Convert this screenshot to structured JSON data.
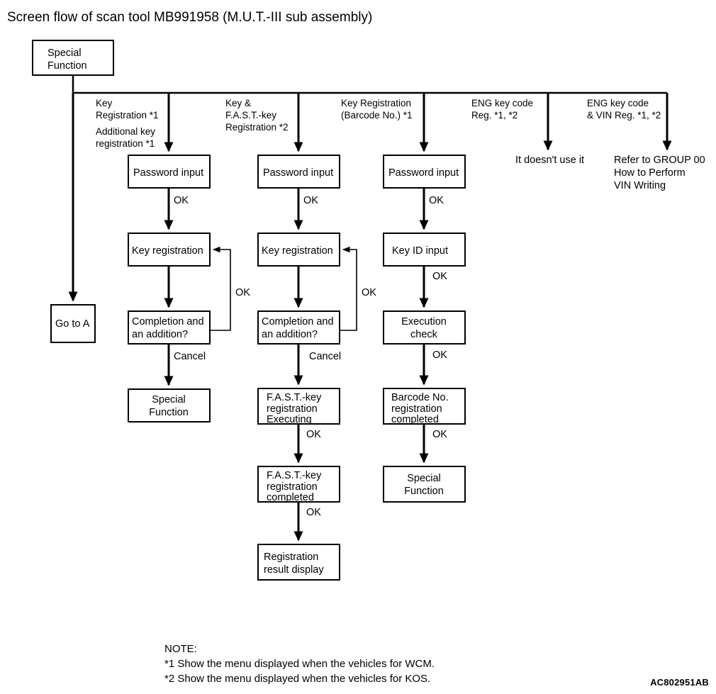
{
  "title": "Screen flow of scan tool MB991958 (M.U.T.-III sub assembly)",
  "figure_id": "AC802951AB",
  "root_node": {
    "label_line1": "Special",
    "label_line2": "Function"
  },
  "go_to_node": {
    "label": "Go to A"
  },
  "branches": [
    {
      "id": "key-registration",
      "label_lines": [
        "Key",
        "Registration *1",
        "",
        "Additional key",
        "registration *1"
      ],
      "label_plain": "Key Registration *1 / Additional key registration *1"
    },
    {
      "id": "key-and-fast-key-registration",
      "label_lines": [
        "Key &",
        "F.A.S.T.-key",
        "Registration *2"
      ],
      "label_plain": "Key & F.A.S.T.-key Registration *2"
    },
    {
      "id": "key-registration-barcode",
      "label_lines": [
        "Key Registration",
        "(Barcode No.) *1"
      ],
      "label_plain": "Key Registration (Barcode No.) *1"
    },
    {
      "id": "eng-key-code-reg",
      "label_lines": [
        "ENG key code",
        "Reg. *1, *2"
      ],
      "label_plain": "ENG key code Reg. *1, *2"
    },
    {
      "id": "eng-key-code-and-vin-reg",
      "label_lines": [
        "ENG key code",
        "& VIN Reg. *1, *2"
      ],
      "label_plain": "ENG key code & VIN Reg. *1, *2"
    }
  ],
  "columns": [
    {
      "id": "column-key-registration",
      "nodes": [
        {
          "id": "password-input-1",
          "lines": [
            "Password input"
          ],
          "align": "center"
        },
        {
          "id": "key-registration-1",
          "lines": [
            "Key registration"
          ],
          "align": "left"
        },
        {
          "id": "completion-addition-1",
          "lines": [
            "Completion and",
            "an addition?"
          ],
          "align": "left"
        },
        {
          "id": "special-function-1",
          "lines": [
            "Special",
            "Function"
          ],
          "align": "center"
        }
      ],
      "edge_labels": [
        "OK",
        "",
        "Cancel"
      ],
      "loop_label": "OK"
    },
    {
      "id": "column-fast-key-registration",
      "nodes": [
        {
          "id": "password-input-2",
          "lines": [
            "Password input"
          ],
          "align": "center"
        },
        {
          "id": "key-registration-2",
          "lines": [
            "Key registration"
          ],
          "align": "left"
        },
        {
          "id": "completion-addition-2",
          "lines": [
            "Completion and",
            "an addition?"
          ],
          "align": "left"
        },
        {
          "id": "fast-key-registration-executing",
          "lines": [
            "F.A.S.T.-key",
            "registration",
            "Executing"
          ],
          "align": "left"
        },
        {
          "id": "fast-key-registration-completed",
          "lines": [
            "F.A.S.T.-key",
            "registration",
            "completed"
          ],
          "align": "left"
        },
        {
          "id": "registration-result-display",
          "lines": [
            "Registration",
            "result display"
          ],
          "align": "left"
        }
      ],
      "edge_labels": [
        "OK",
        "",
        "Cancel",
        "OK",
        "OK"
      ],
      "loop_label": "OK"
    },
    {
      "id": "column-barcode-registration",
      "nodes": [
        {
          "id": "password-input-3",
          "lines": [
            "Password input"
          ],
          "align": "center"
        },
        {
          "id": "key-id-input",
          "lines": [
            "Key ID input"
          ],
          "align": "center"
        },
        {
          "id": "execution-check",
          "lines": [
            "Execution",
            "check"
          ],
          "align": "center"
        },
        {
          "id": "barcode-registration-completed",
          "lines": [
            "Barcode No.",
            "registration",
            "completed"
          ],
          "align": "left"
        },
        {
          "id": "special-function-3",
          "lines": [
            "Special",
            "Function"
          ],
          "align": "center"
        }
      ],
      "edge_labels": [
        "OK",
        "OK",
        "OK",
        "OK"
      ],
      "loop_label": ""
    }
  ],
  "terminals": [
    {
      "id": "terminal-no-use",
      "lines": [
        "It doesn't use it"
      ]
    },
    {
      "id": "terminal-vin-writing",
      "lines": [
        "Refer to GROUP 00",
        "How to Perform",
        "VIN Writing"
      ]
    }
  ],
  "note": {
    "heading": "NOTE:",
    "lines": [
      "*1 Show the menu displayed when the vehicles for WCM.",
      "*2 Show the menu displayed when the vehicles for KOS."
    ]
  },
  "colors": {
    "background": "#ffffff",
    "stroke": "#000000",
    "text": "#000000"
  }
}
